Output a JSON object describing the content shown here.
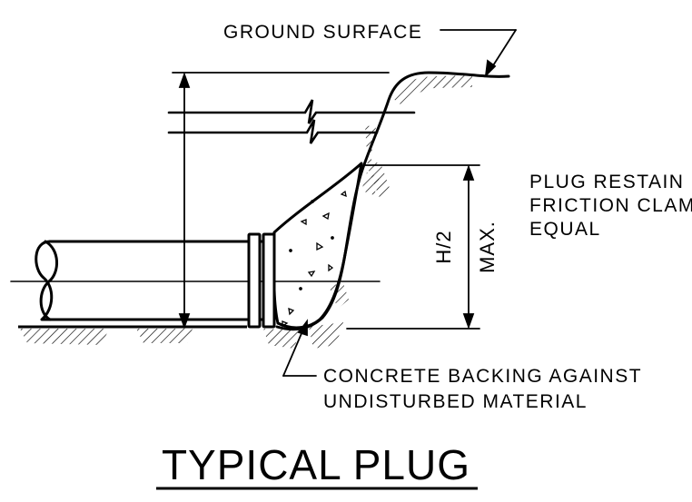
{
  "labels": {
    "ground_surface": "GROUND SURFACE",
    "plug_note": [
      "PLUG RESTAIN",
      "FRICTION CLAM",
      "EQUAL"
    ],
    "dimension_h": "H/2",
    "dimension_max": "MAX.",
    "concrete_note": [
      "CONCRETE BACKING AGAINST",
      "UNDISTURBED MATERIAL"
    ]
  },
  "title": "TYPICAL PLUG",
  "colors": {
    "line": "#000000",
    "background": "#ffffff"
  }
}
